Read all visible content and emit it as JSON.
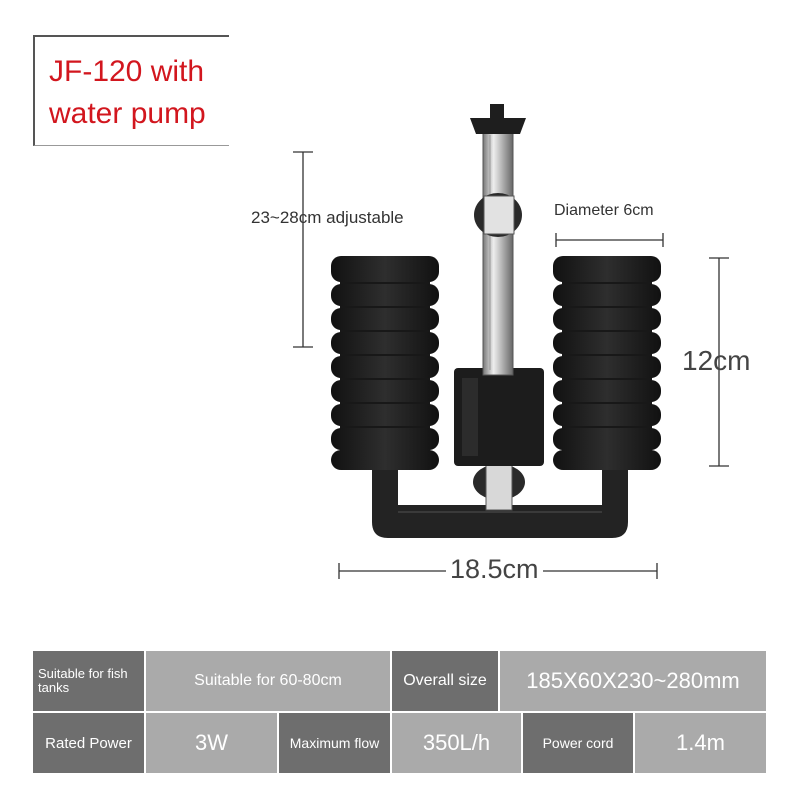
{
  "title": {
    "line1": "JF-120 with",
    "line2": "water pump"
  },
  "dimensions": {
    "height": "23~28cm adjustable",
    "diameter": "Diameter 6cm",
    "sponge_height": "12cm",
    "width": "18.5cm"
  },
  "colors": {
    "title": "#d2161e",
    "label_bg": "#6e6e6e",
    "value_bg": "#aaaaaa",
    "product": "#1e1e1e"
  },
  "specs": {
    "row1": [
      {
        "label": "Suitable for fish tanks",
        "value": "Suitable for 60-80cm"
      },
      {
        "label": "Overall size",
        "value": "185X60X230~280mm"
      }
    ],
    "row2": [
      {
        "label": "Rated Power",
        "value": "3W"
      },
      {
        "label": "Maximum flow",
        "value": "350L/h"
      },
      {
        "label": "Power cord",
        "value": "1.4m"
      }
    ]
  }
}
